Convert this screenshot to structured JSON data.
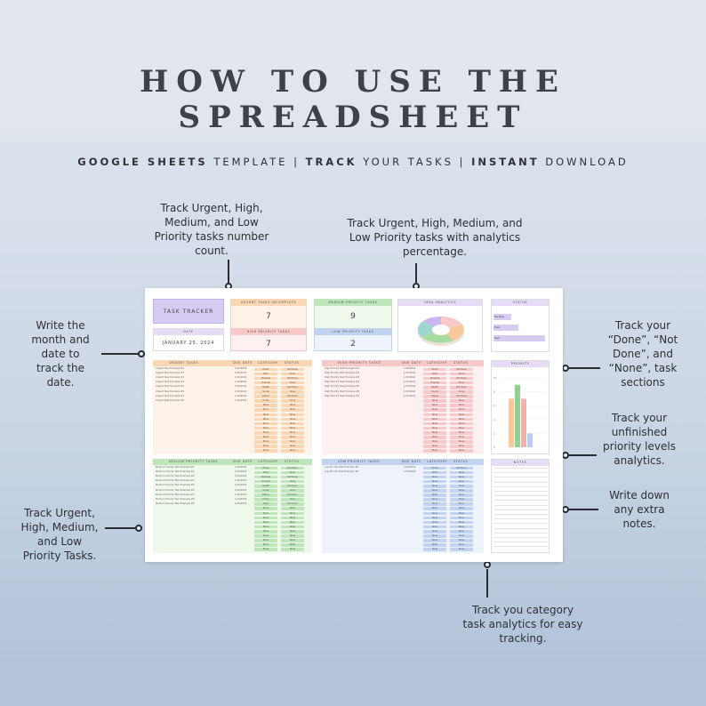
{
  "title": "HOW TO USE THE SPREADSHEET",
  "subtitle": {
    "part1_bold": "GOOGLE SHEETS",
    "part1": " TEMPLATE | ",
    "part2_bold": "TRACK",
    "part2": " YOUR TASKS | ",
    "part3_bold": "INSTANT",
    "part3": " DOWNLOAD"
  },
  "callouts": {
    "count": [
      "Track Urgent, High,",
      "Medium, and Low",
      "Priority tasks number",
      "count."
    ],
    "analytics": [
      "Track Urgent, High, Medium, and",
      "Low Priority tasks with analytics",
      "percentage."
    ],
    "date": [
      "Write the",
      "month and",
      "date to",
      "track the",
      "date."
    ],
    "status": [
      "Track your",
      "“Done”, “Not",
      "Done”, and",
      "“None”, task",
      "sections"
    ],
    "priority": [
      "Track your",
      "unfinished",
      "priority levels",
      "analytics."
    ],
    "notes": [
      "Write down",
      "any extra",
      "notes."
    ],
    "tasks": [
      "Track Urgent,",
      "High, Medium,",
      "and Low",
      "Priority Tasks."
    ],
    "category": [
      "Track you category",
      "task analytics for easy",
      "tracking."
    ]
  },
  "sheet": {
    "tracker_title": "TASK TRACKER",
    "date_label": "DATE",
    "date_value": "JANUARY 25, 2024",
    "stats": [
      {
        "label": "URGENT TASKS INCOMPLETE",
        "value": "7"
      },
      {
        "label": "HIGH PRIORITY TASKS",
        "value": "7"
      },
      {
        "label": "MEDIUM PRIORITY TASKS",
        "value": "9"
      },
      {
        "label": "LOW PRIORITY TASKS",
        "value": "2"
      }
    ],
    "task_analytics_label": "TASK ANALYTICS",
    "status_label": "STATUS",
    "status_bars": [
      "Not Done",
      "Done",
      "None"
    ],
    "priority_label": "PRIORITY",
    "notes_label": "NOTES",
    "sections": [
      {
        "label": "URGENT TASKS",
        "col_date": "DUE DATE",
        "col_cat": "CATEGORY",
        "col_status": "STATUS",
        "row_text": "Urgent Task Example",
        "filled": 8
      },
      {
        "label": "HIGH PRIORITY TASKS",
        "col_date": "DUE DATE",
        "col_cat": "CATEGORY",
        "col_status": "STATUS",
        "row_text": "High Priority Task Example",
        "filled": 7
      },
      {
        "label": "MEDIUM PRIORITY TASKS",
        "col_date": "DUE DATE",
        "col_cat": "CATEGORY",
        "col_status": "STATUS",
        "row_text": "Medium Priority Task Example",
        "filled": 9
      },
      {
        "label": "LOW PRIORITY TASKS",
        "col_date": "DUE DATE",
        "col_cat": "CATEGORY",
        "col_status": "STATUS",
        "row_text": "Low Priority Task Example",
        "filled": 2
      }
    ],
    "row_date": "1/10/2024",
    "categories": [
      "Home",
      "Work",
      "Personal",
      "Errands",
      "Health",
      "Social",
      "Others"
    ],
    "statuses": [
      "Not Done",
      "Done",
      "None"
    ],
    "priority_chart": {
      "ylim": [
        0,
        10
      ],
      "values": [
        7,
        9,
        7,
        2
      ],
      "colors": [
        "#f6c89a",
        "#8fd18f",
        "#f4b0b0",
        "#b9cdf5"
      ]
    }
  },
  "colors": {
    "orange": "#fde9d6",
    "orange_hdr": "#fbd6b3",
    "green": "#dff3dc",
    "green_hdr": "#bfe6ba",
    "pink": "#fde3e3",
    "pink_hdr": "#f8c9c9",
    "blue": "#dde6f7",
    "blue_hdr": "#c2d3f1",
    "purple": "#e6dcf6",
    "purple_hdr": "#d3c2f0"
  }
}
